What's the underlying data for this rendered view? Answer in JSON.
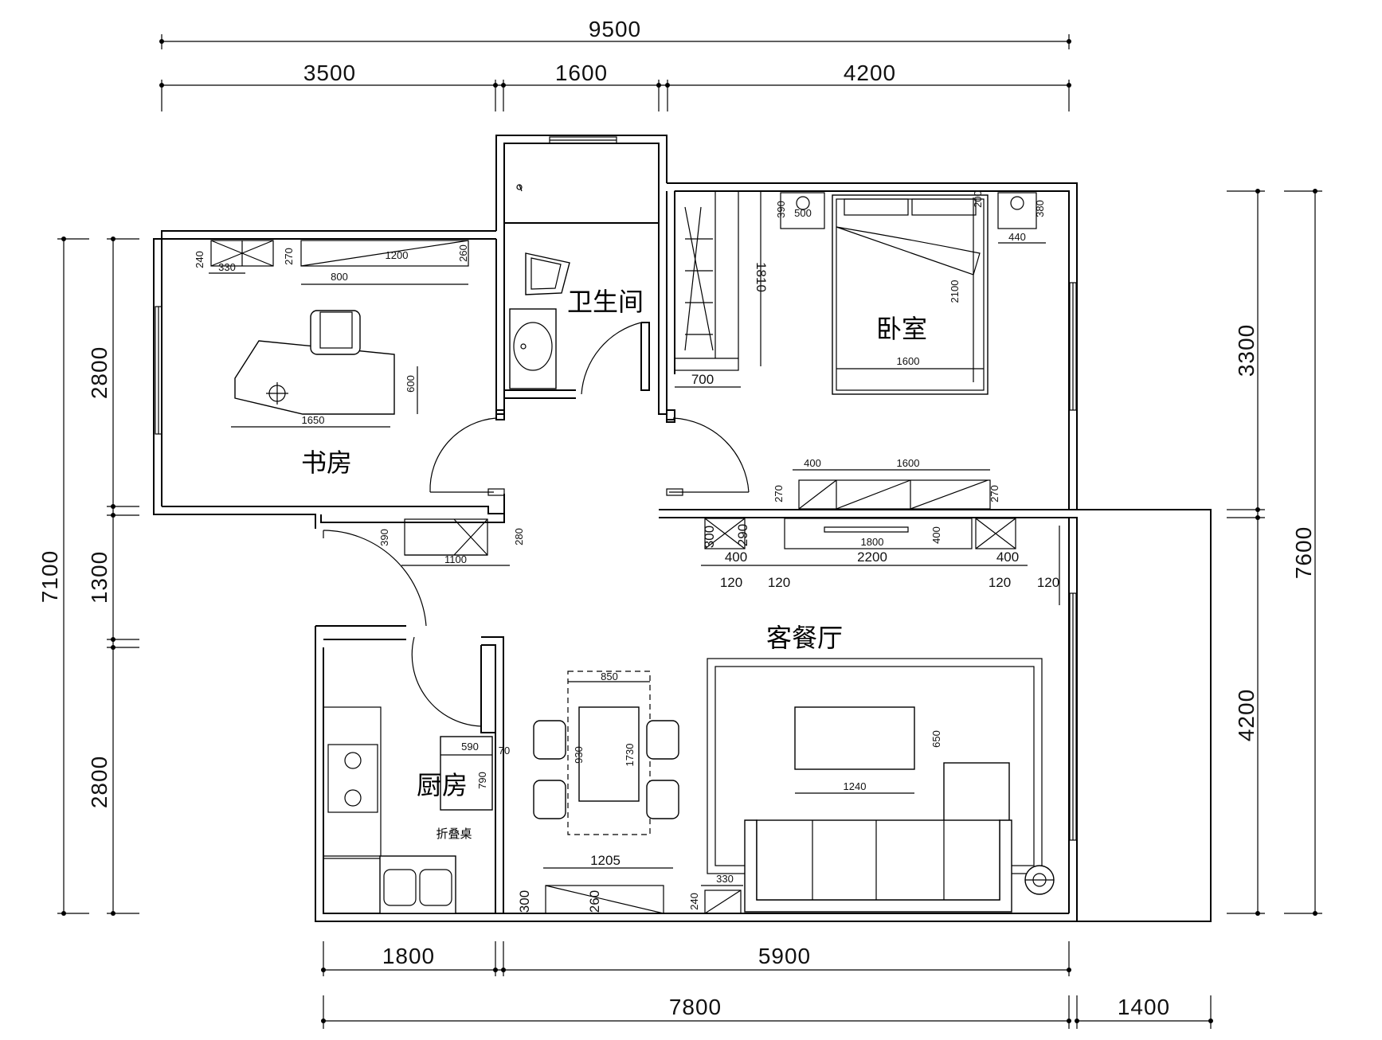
{
  "rooms": {
    "study": "书房",
    "bathroom": "卫生间",
    "bedroom": "卧室",
    "living_dining": "客餐厅",
    "kitchen": "厨房"
  },
  "labels": {
    "folding_table": "折叠桌"
  },
  "dimensions": {
    "top_total": "9500",
    "top_1": "3500",
    "top_2": "1600",
    "top_3": "4200",
    "bottom_1": "1800",
    "bottom_2": "5900",
    "bottom_total": "7800",
    "bottom_right": "1400",
    "left_total": "7100",
    "left_1": "2800",
    "left_2": "1300",
    "left_3": "2800",
    "right_1": "3300",
    "right_2": "4200",
    "right_total": "7600"
  },
  "furniture_dims": {
    "study_cab_240": "240",
    "study_cab_330": "330",
    "study_270": "270",
    "study_1200": "1200",
    "study_260": "260",
    "study_800": "800",
    "study_600": "600",
    "study_1650": "1650",
    "hall_390": "390",
    "hall_280": "280",
    "hall_1100": "1100",
    "bed_390": "390",
    "bed_500": "500",
    "bed_200": "200",
    "bed_380": "380",
    "bed_440": "440",
    "bed_2100": "2100",
    "bed_1600": "1600",
    "wardrobe_1810": "1810",
    "wardrobe_700": "700",
    "tv_400": "400",
    "tv_1600": "1600",
    "tv_270a": "270",
    "tv_270b": "270",
    "liv_300": "300",
    "liv_290": "290",
    "liv_1800": "1800",
    "liv_400v": "400",
    "liv_400a": "400",
    "liv_2200": "2200",
    "liv_400b": "400",
    "liv_120a": "120",
    "liv_120b": "120",
    "liv_120c": "120",
    "liv_120d": "120",
    "dining_850": "850",
    "dining_930": "930",
    "dining_1730": "1730",
    "kit_590": "590",
    "kit_70": "70",
    "kit_790": "790",
    "coffee_650": "650",
    "coffee_1240": "1240",
    "bot_1205": "1205",
    "bot_300": "300",
    "bot_260": "260",
    "bot_240": "240",
    "bot_330": "330"
  }
}
